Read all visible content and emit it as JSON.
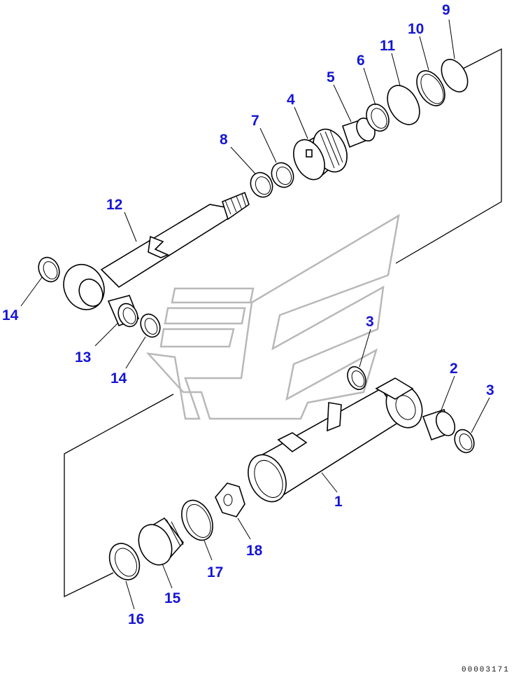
{
  "diagram": {
    "callouts": [
      {
        "id": "c1",
        "label": "1"
      },
      {
        "id": "c2",
        "label": "2"
      },
      {
        "id": "c3a",
        "label": "3"
      },
      {
        "id": "c3b",
        "label": "3"
      },
      {
        "id": "c4",
        "label": "4"
      },
      {
        "id": "c5",
        "label": "5"
      },
      {
        "id": "c6",
        "label": "6"
      },
      {
        "id": "c7",
        "label": "7"
      },
      {
        "id": "c8",
        "label": "8"
      },
      {
        "id": "c9",
        "label": "9"
      },
      {
        "id": "c10",
        "label": "10"
      },
      {
        "id": "c11",
        "label": "11"
      },
      {
        "id": "c12",
        "label": "12"
      },
      {
        "id": "c13",
        "label": "13"
      },
      {
        "id": "c14a",
        "label": "14"
      },
      {
        "id": "c14b",
        "label": "14"
      },
      {
        "id": "c15",
        "label": "15"
      },
      {
        "id": "c16",
        "label": "16"
      },
      {
        "id": "c17",
        "label": "17"
      },
      {
        "id": "c18",
        "label": "18"
      }
    ],
    "document_number": "00003171"
  }
}
